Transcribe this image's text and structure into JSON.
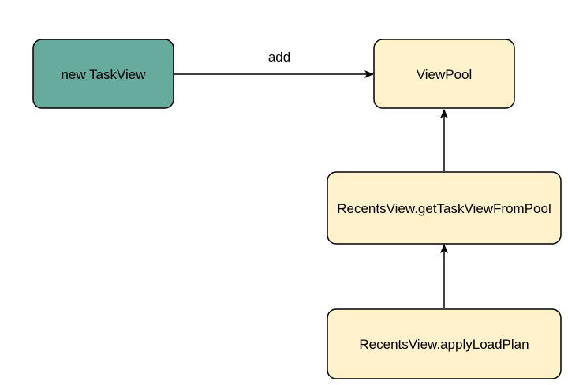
{
  "colors": {
    "teal_fill": "#67AB9F",
    "cream_fill": "#FFF2CC",
    "stroke": "#000000",
    "background": "#FFFFFF"
  },
  "nodes": {
    "new_taskview": {
      "label": "new TaskView"
    },
    "viewpool": {
      "label": "ViewPool"
    },
    "get_taskview": {
      "label": "RecentsView.getTaskViewFromPool"
    },
    "apply_loadplan": {
      "label": "RecentsView.applyLoadPlan"
    }
  },
  "edges": {
    "add": {
      "label": "add",
      "from": "new TaskView",
      "to": "ViewPool"
    },
    "get_to_pool": {
      "from": "RecentsView.getTaskViewFromPool",
      "to": "ViewPool"
    },
    "apply_to_get": {
      "from": "RecentsView.applyLoadPlan",
      "to": "RecentsView.getTaskViewFromPool"
    }
  }
}
